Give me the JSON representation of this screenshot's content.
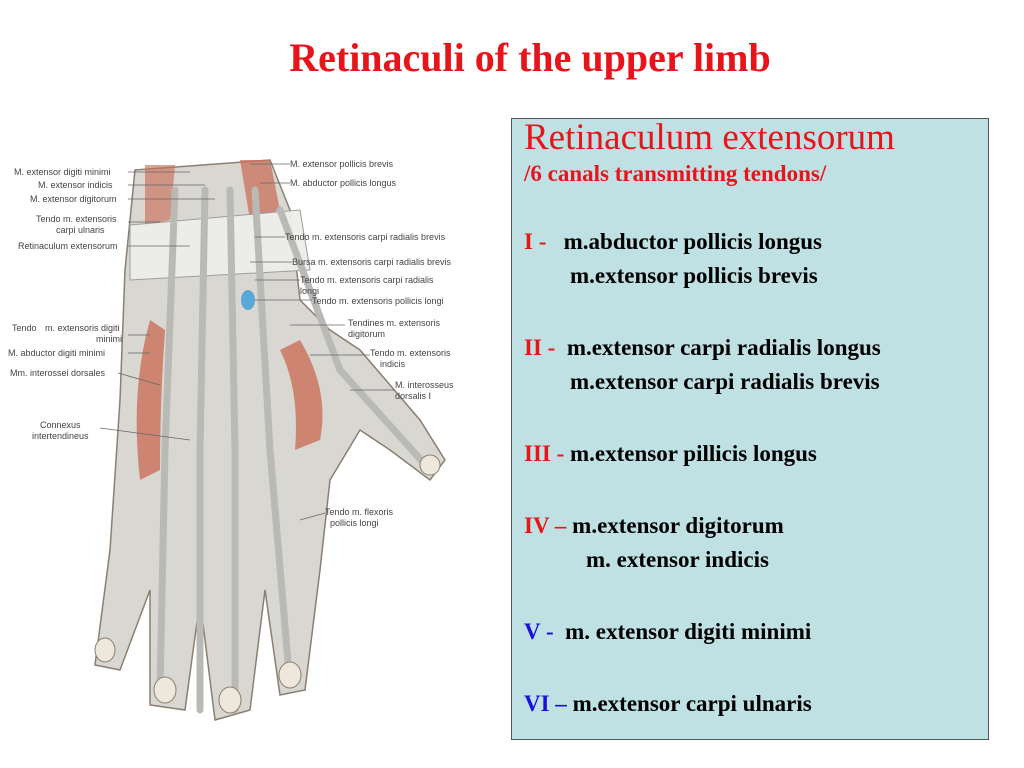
{
  "title": "Retinaculi of the upper limb",
  "figure": {
    "labels_left": [
      "M. extensor digiti minimi",
      "M. extensor indicis",
      "M. extensor digitorum",
      "Tendo m. extensoris",
      "carpi ulnaris",
      "Retinaculum extensorum",
      "Tendo",
      "m. extensoris digiti",
      "minimi",
      "M. abductor digiti minimi",
      "Mm. interossei dorsales",
      "Connexus",
      "intertendineus"
    ],
    "labels_right": [
      "M. extensor pollicis brevis",
      "M. abductor pollicis longus",
      "Tendo m. extensoris carpi radialis brevis",
      "Bursa m. extensoris carpi radialis brevis",
      "Tendo m. extensoris carpi radialis",
      "longi",
      "Tendo m. extensoris pollicis longi",
      "Tendines m. extensoris",
      "digitorum",
      "Tendo m. extensoris",
      "indicis",
      "M. interosseus",
      "dorsalis I",
      "Tendo m. flexoris",
      "pollicis longi"
    ]
  },
  "box": {
    "title": "Retinaculum extensorum",
    "subtitle": "/6 canals transmitting tendons/",
    "canals": [
      {
        "num": "I -",
        "lines": [
          "m.abductor pollicis longus",
          "m.extensor pollicis brevis"
        ]
      },
      {
        "num": "II -",
        "lines": [
          "m.extensor carpi radialis longus",
          "m.extensor carpi radialis brevis"
        ]
      },
      {
        "num": "III -",
        "lines": [
          "m.extensor pillicis longus"
        ]
      },
      {
        "num": "IV –",
        "lines": [
          "m.extensor digitorum",
          "m. extensor indicis"
        ]
      },
      {
        "num": "V -",
        "lines": [
          "m. extensor digiti minimi"
        ]
      },
      {
        "num": "VI –",
        "lines": [
          "m.extensor carpi ulnaris"
        ]
      }
    ]
  },
  "colors": {
    "accent_red": "#e8141b",
    "canal_blue": "#1a10d8",
    "box_bg": "#bfe1e3"
  }
}
